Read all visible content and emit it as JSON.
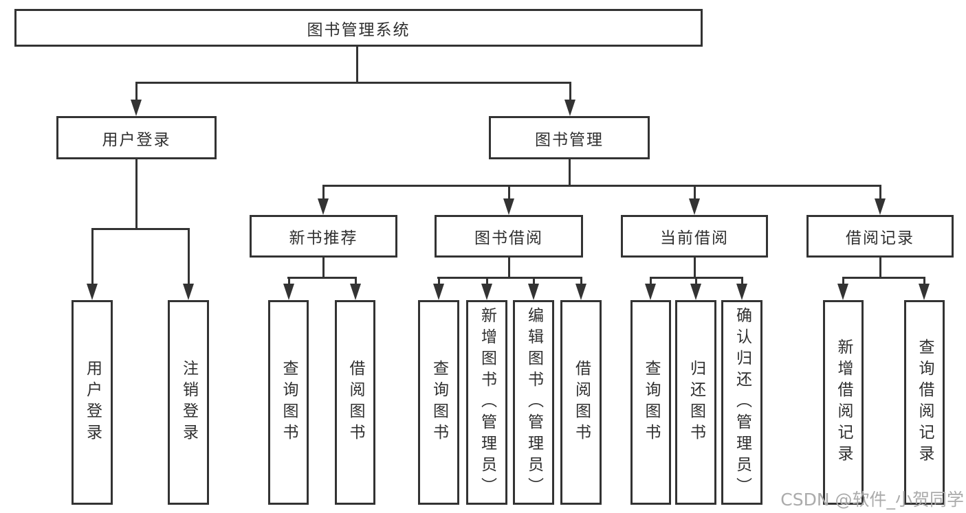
{
  "diagram_title": "图书管理系统",
  "tree": {
    "label": "图书管理系统",
    "children": [
      {
        "label": "用户登录",
        "children": [
          {
            "label": "用户登录"
          },
          {
            "label": "注销登录"
          }
        ]
      },
      {
        "label": "图书管理",
        "children": [
          {
            "label": "新书推荐",
            "children": [
              {
                "label": "查询图书"
              },
              {
                "label": "借阅图书"
              }
            ]
          },
          {
            "label": "图书借阅",
            "children": [
              {
                "label": "查询图书"
              },
              {
                "label": "新增图书（管理员）"
              },
              {
                "label": "编辑图书（管理员）"
              },
              {
                "label": "借阅图书"
              }
            ]
          },
          {
            "label": "当前借阅",
            "children": [
              {
                "label": "查询图书"
              },
              {
                "label": "归还图书"
              },
              {
                "label": "确认归还（管理员）"
              }
            ]
          },
          {
            "label": "借阅记录",
            "children": [
              {
                "label": "新增借阅记录"
              },
              {
                "label": "查询借阅记录"
              }
            ]
          }
        ]
      }
    ]
  },
  "watermark": {
    "text": "CSDN @软件_小贺同学"
  },
  "colors": {
    "line": "#333333",
    "box_border": "#333333",
    "box_fill": "#ffffff",
    "text": "#2f2f2f",
    "watermark": "#ababab"
  }
}
